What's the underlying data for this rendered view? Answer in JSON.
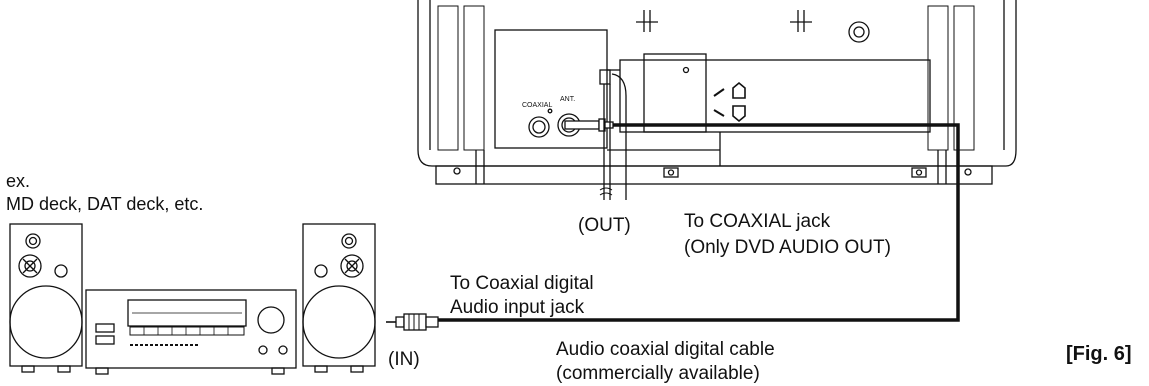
{
  "diagram": {
    "example_prefix": "ex.",
    "example_devices": "MD deck, DAT deck, etc.",
    "tv_jack_labels": {
      "coaxial": "COAXIAL",
      "antenna": "ANT."
    },
    "out_label": "(OUT)",
    "coaxial_jack_line1": "To COAXIAL jack",
    "coaxial_jack_line2": "(Only DVD AUDIO OUT)",
    "input_jack_line1": "To Coaxial digital",
    "input_jack_line2": "Audio input jack",
    "in_label": "(IN)",
    "cable_line1": "Audio coaxial digital cable",
    "cable_line2": "(commercially available)",
    "figure_label": "[Fig. 6]"
  }
}
